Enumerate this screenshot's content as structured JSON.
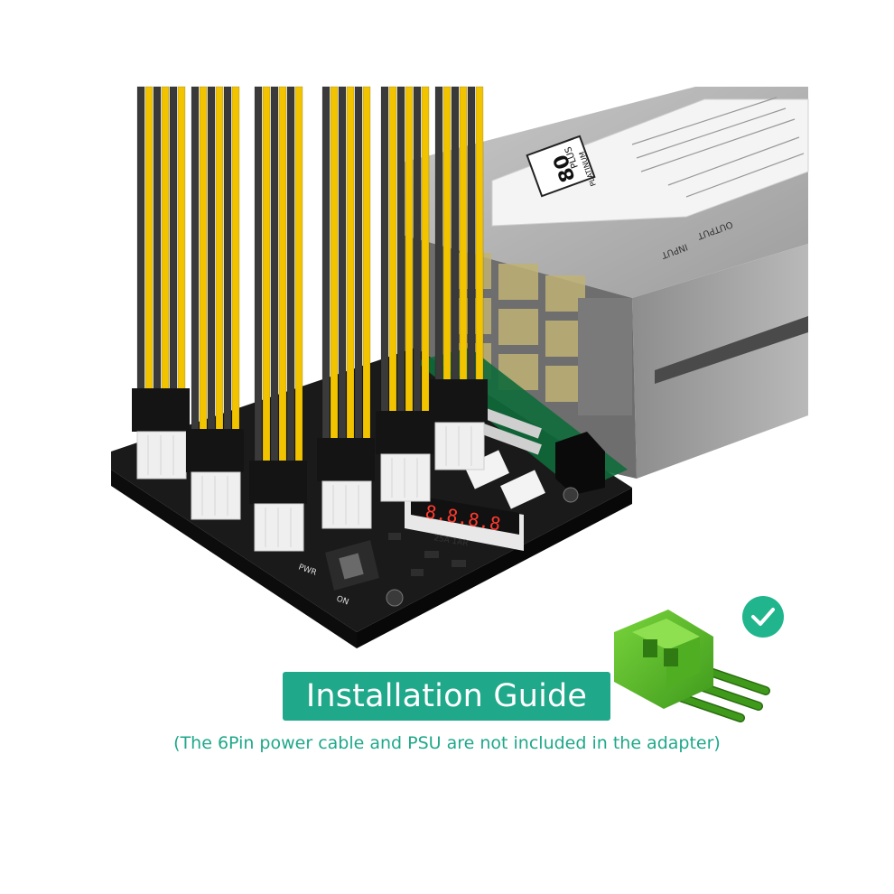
{
  "guide": {
    "title": "Installation Guide",
    "note": "(The 6Pin power cable and PSU are not included in the adapter)"
  },
  "psu_label": {
    "badge_top": "80",
    "badge_mid": "PLUS",
    "badge_bottom": "PLATINUM",
    "input": "INPUT",
    "output": "OUTPUT"
  },
  "display": {
    "digits": "8.8.8.8",
    "caption": "25A  1AR"
  },
  "board": {
    "pwr_label": "PWR",
    "on_label": "ON"
  },
  "colors": {
    "accent": "#1fa88a",
    "check": "#21b58d",
    "wire_yellow": "#f2c400",
    "wire_black": "#3a3a3a",
    "pcb": "#1f1f1f",
    "psu": "#a8a8a8",
    "connector_green": "#5fbf2a"
  },
  "icons": {
    "check": "check-icon",
    "connector": "green-6pin-connector-icon"
  }
}
